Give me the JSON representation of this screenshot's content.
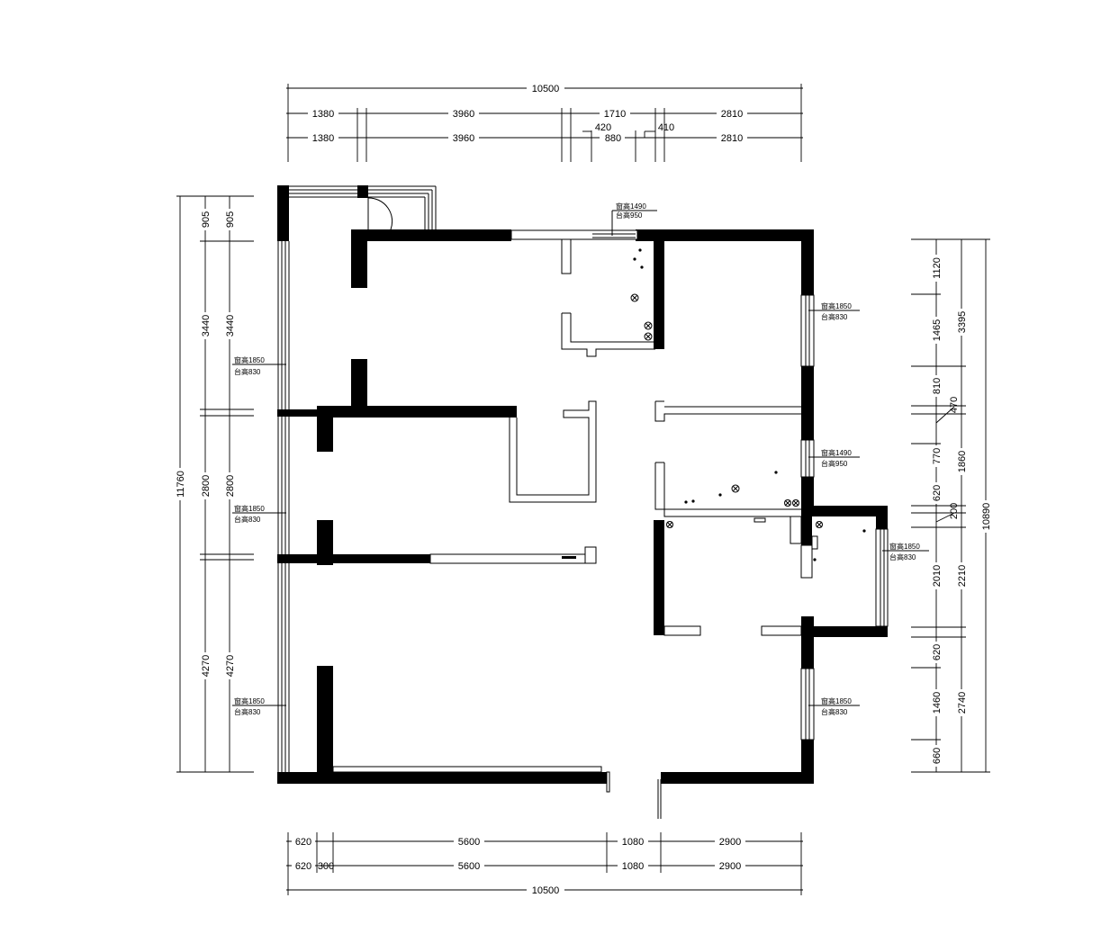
{
  "dimensions": {
    "top_total": "10500",
    "top_row1": [
      "1380",
      "3960",
      "1710",
      "2810"
    ],
    "top_row2": [
      "1380",
      "3960",
      "880",
      "2810"
    ],
    "top_row2_extra": [
      "420",
      "410"
    ],
    "bottom_row1": [
      "620",
      "5600",
      "1080",
      "2900"
    ],
    "bottom_row2": [
      "620",
      "300",
      "5600",
      "1080",
      "2900"
    ],
    "bottom_total": "10500",
    "left_total": "11760",
    "left_outer": [
      "905",
      "3440",
      "2800",
      "4270"
    ],
    "left_inner": [
      "905",
      "3440",
      "2800",
      "4270"
    ],
    "right_segments": [
      "1120",
      "1465",
      "810",
      "770",
      "620",
      "2010",
      "620",
      "1460",
      "660"
    ],
    "right_groups": [
      "3395",
      "470",
      "1860",
      "200",
      "2210",
      "2740"
    ],
    "right_total": "10890"
  },
  "windows": {
    "w_top": [
      "窗高1490",
      "台高950"
    ],
    "w_left_1": [
      "窗高1850",
      "台高830"
    ],
    "w_left_2": [
      "窗高1850",
      "台高830"
    ],
    "w_left_3": [
      "窗高1850",
      "台高830"
    ],
    "w_right_1": [
      "窗高1850",
      "台高830"
    ],
    "w_right_2": [
      "窗高1490",
      "台高950"
    ],
    "w_right_3": [
      "窗高1850",
      "台高830"
    ],
    "w_right_4": [
      "窗高1850",
      "台高830"
    ]
  }
}
